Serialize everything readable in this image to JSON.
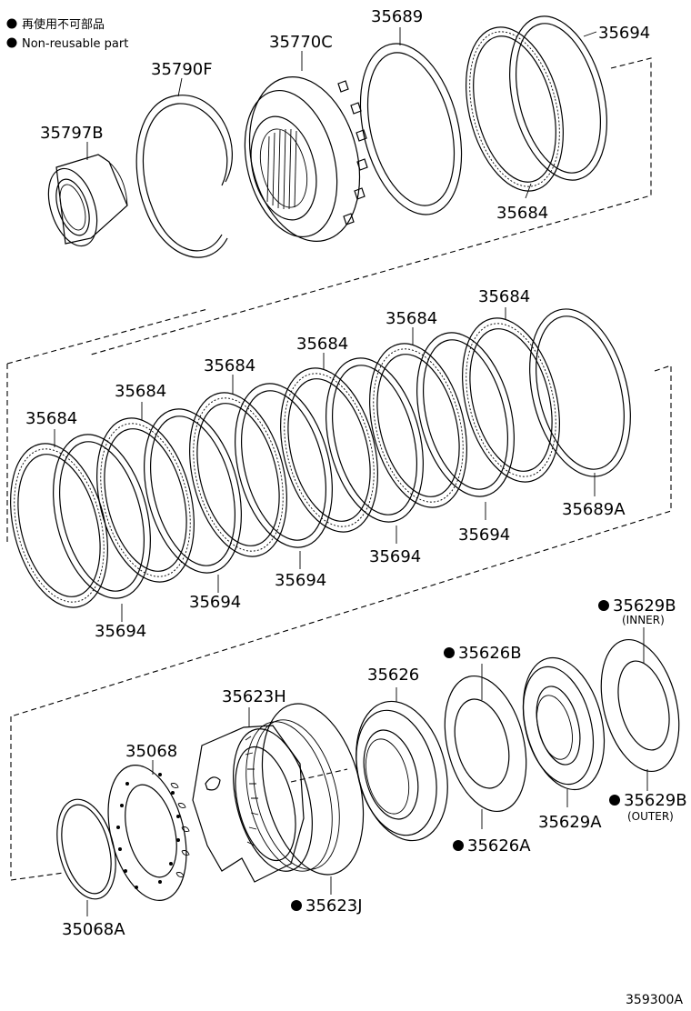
{
  "legend": {
    "jp_text": "再使用不可部品",
    "en_text": "Non-reusable part"
  },
  "diagram_code": "359300A",
  "parts": {
    "p35797B": "35797B",
    "p35790F": "35790F",
    "p35770C": "35770C",
    "p35689": "35689",
    "p35694_top": "35694",
    "p35684_top": "35684",
    "p35684_a": "35684",
    "p35684_b": "35684",
    "p35684_c": "35684",
    "p35684_d": "35684",
    "p35684_e": "35684",
    "p35684_f": "35684",
    "p35689A": "35689A",
    "p35694_a": "35694",
    "p35694_b": "35694",
    "p35694_c": "35694",
    "p35694_d": "35694",
    "p35694_e": "35694",
    "p35629B_inner": "35629B",
    "inner_note": "(INNER)",
    "p35626B": "35626B",
    "p35626": "35626",
    "p35623H": "35623H",
    "p35068": "35068",
    "p35629B_outer": "35629B",
    "outer_note": "(OUTER)",
    "p35629A": "35629A",
    "p35626A": "35626A",
    "p35623J": "35623J",
    "p35068A": "35068A"
  }
}
